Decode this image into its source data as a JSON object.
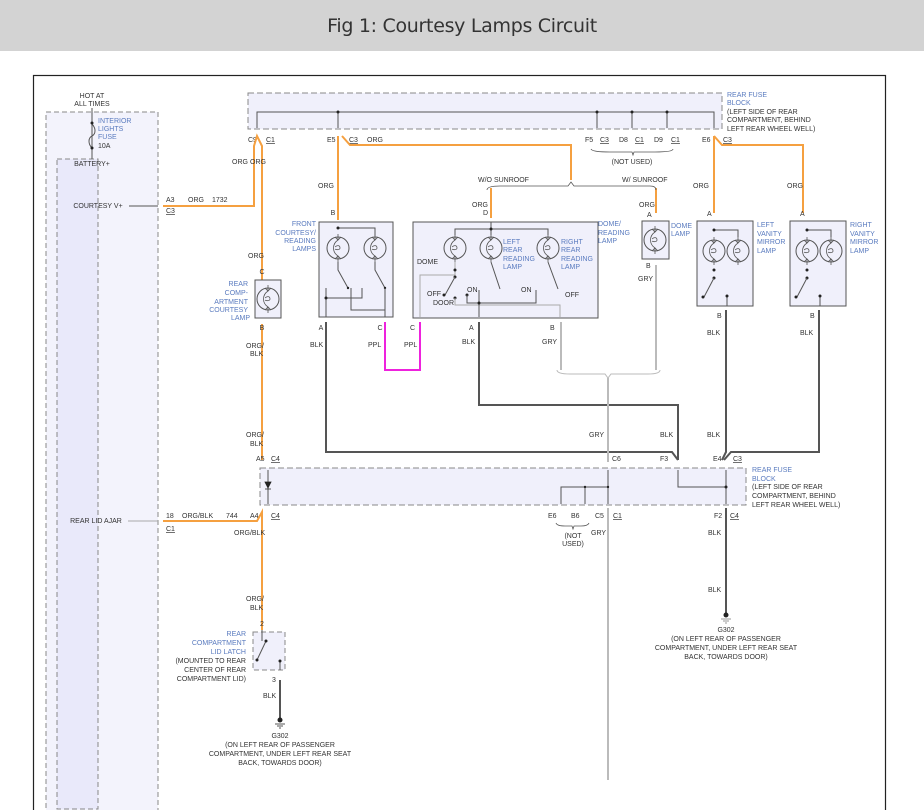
{
  "header": {
    "title": "Fig 1: Courtesy Lamps Circuit"
  },
  "colors": {
    "org": "#f5a040",
    "blk": "#555555",
    "gry": "#bbbbbb",
    "ppl": "#ee22dd",
    "component_label": "#5a7bbf",
    "box_fill": "#f0f0fb"
  },
  "left_module": {
    "hot_label_1": "HOT AT",
    "hot_label_2": "ALL TIMES",
    "fuse_name_1": "INTERIOR",
    "fuse_name_2": "LIGHTS",
    "fuse_name_3": "FUSE",
    "fuse_rating": "10A",
    "battery": "BATTERY+",
    "courtesy_v": "COURTESY V+",
    "rear_lid_ajar": "REAR LID AJAR"
  },
  "top_fuse_block": {
    "label_1": "REAR FUSE",
    "label_2": "BLOCK",
    "label_3": "(LEFT SIDE OF REAR",
    "label_4": "COMPARTMENT, BEHIND",
    "label_5": "LEFT REAR WHEEL WELL)",
    "pins": [
      {
        "pin": "C9",
        "conn": "C1"
      },
      {
        "pin": "E5",
        "conn": "C3"
      },
      {
        "pin": "F5",
        "conn": "C3"
      },
      {
        "pin": "D8",
        "conn": "C1"
      },
      {
        "pin": "D9",
        "conn": "C1"
      },
      {
        "pin": "E6",
        "conn": "C3"
      }
    ],
    "not_used": "(NOT USED)"
  },
  "wires": {
    "org": "ORG",
    "org_blk": "ORG/",
    "blk_part": "BLK",
    "org_blk_full": "ORG/BLK",
    "blk": "BLK",
    "gry": "GRY",
    "ppl": "PPL",
    "circuit_1732": "1732",
    "circuit_744": "744",
    "pin_a3": "A3",
    "conn_c3": "C3",
    "pin_18": "18",
    "conn_c1": "C1",
    "wo_sunroof": "W/O SUNROOF",
    "w_sunroof": "W/ SUNROOF"
  },
  "components": {
    "rear_comp_lamp": [
      "REAR",
      "COMP-",
      "ARTMENT",
      "COURTESY",
      "LAMP"
    ],
    "front_courtesy": [
      "FRONT",
      "COURTESY/",
      "READING",
      "LAMPS"
    ],
    "dome_reading": [
      "DOME/",
      "READING",
      "LAMP"
    ],
    "left_rear_reading": [
      "LEFT",
      "REAR",
      "READING",
      "LAMP"
    ],
    "right_rear_reading": [
      "RIGHT",
      "REAR",
      "READING",
      "LAMP"
    ],
    "dome_lamp": [
      "DOME",
      "LAMP"
    ],
    "left_vanity": [
      "LEFT",
      "VANITY",
      "MIRROR",
      "LAMP"
    ],
    "right_vanity": [
      "RIGHT",
      "VANITY",
      "MIRROR",
      "LAMP"
    ],
    "lid_latch": [
      "REAR",
      "COMPARTMENT",
      "LID LATCH"
    ],
    "lid_latch_note": [
      "(MOUNTED TO REAR",
      "CENTER OF REAR",
      "COMPARTMENT LID)"
    ],
    "switch_dome": "DOME",
    "switch_off": "OFF",
    "switch_on": "ON",
    "switch_door": "DOOR"
  },
  "pins": {
    "A": "A",
    "B": "B",
    "C": "C",
    "D": "D",
    "pin2": "2",
    "pin3": "3"
  },
  "bottom_fuse_block": {
    "label_1": "REAR FUSE",
    "label_2": "BLOCK",
    "label_3": "(LEFT SIDE OF REAR",
    "label_4": "COMPARTMENT, BEHIND",
    "label_5": "LEFT REAR WHEEL WELL)",
    "pins_top": [
      {
        "pin": "A5",
        "conn": "C4"
      },
      {
        "pin": "C6",
        "conn": ""
      },
      {
        "pin": "F3",
        "conn": ""
      },
      {
        "pin": "E4",
        "conn": "C3"
      }
    ],
    "pins_bottom": [
      {
        "pin": "A4",
        "conn": "C4"
      },
      {
        "pin": "E6",
        "conn": ""
      },
      {
        "pin": "B6",
        "conn": ""
      },
      {
        "pin": "C5",
        "conn": "C1"
      },
      {
        "pin": "F2",
        "conn": "C4"
      }
    ],
    "not_used_1": "(NOT",
    "not_used_2": "USED)"
  },
  "grounds": {
    "name": "G302",
    "note_1": "(ON LEFT REAR OF PASSENGER",
    "note_2": "COMPARTMENT, UNDER LEFT REAR SEAT",
    "note_3": "BACK, TOWARDS DOOR)"
  }
}
